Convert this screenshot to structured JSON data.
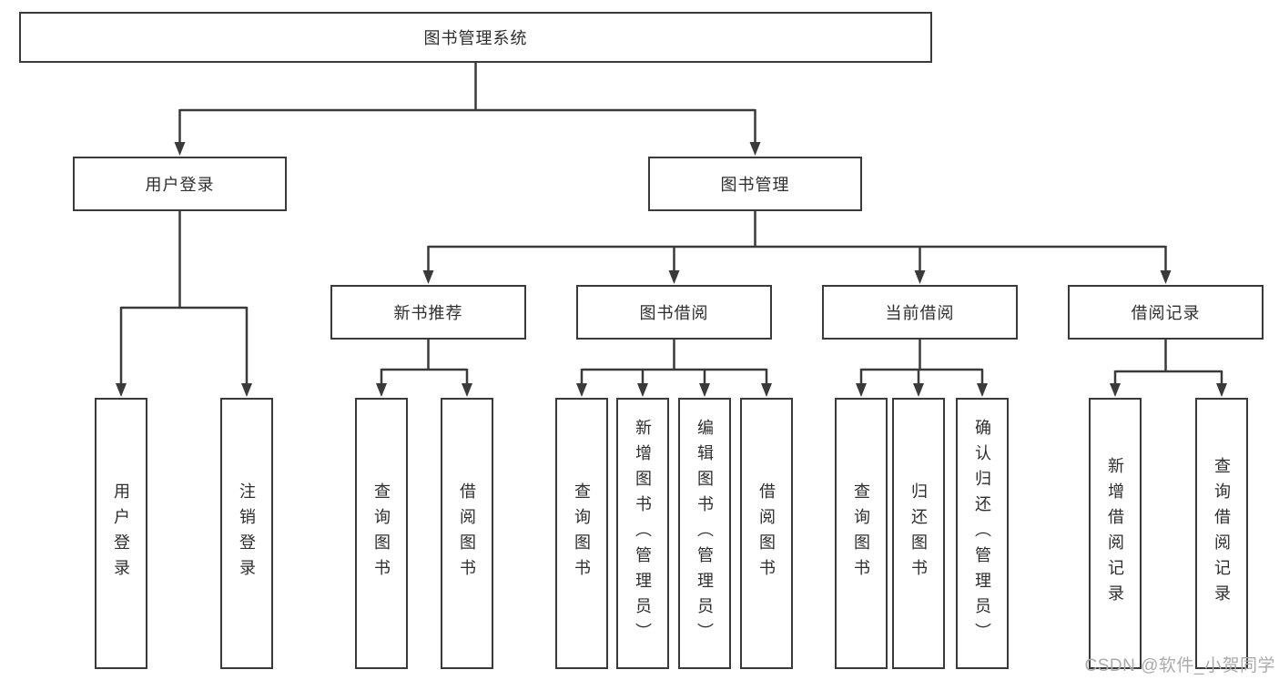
{
  "diagram": {
    "root": {
      "label": "图书管理系统"
    },
    "user_login": {
      "label": "用户登录",
      "children": [
        {
          "label": "用户登录"
        },
        {
          "label": "注销登录"
        }
      ]
    },
    "book_management": {
      "label": "图书管理",
      "sections": [
        {
          "label": "新书推荐",
          "children": [
            {
              "label": "查询图书"
            },
            {
              "label": "借阅图书"
            }
          ]
        },
        {
          "label": "图书借阅",
          "children": [
            {
              "label": "查询图书"
            },
            {
              "label": "新增图书（管理员）"
            },
            {
              "label": "编辑图书（管理员）"
            },
            {
              "label": "借阅图书"
            }
          ]
        },
        {
          "label": "当前借阅",
          "children": [
            {
              "label": "查询图书"
            },
            {
              "label": "归还图书"
            },
            {
              "label": "确认归还（管理员）"
            }
          ]
        },
        {
          "label": "借阅记录",
          "children": [
            {
              "label": "新增借阅记录"
            },
            {
              "label": "查询借阅记录"
            }
          ]
        }
      ]
    }
  },
  "watermark": {
    "text": "CSDN @软件_小贺同学"
  },
  "colors": {
    "line": "#3a3a3a",
    "box_fill": "#ffffff",
    "text": "#2e2e2e",
    "watermark": "#ababab"
  }
}
